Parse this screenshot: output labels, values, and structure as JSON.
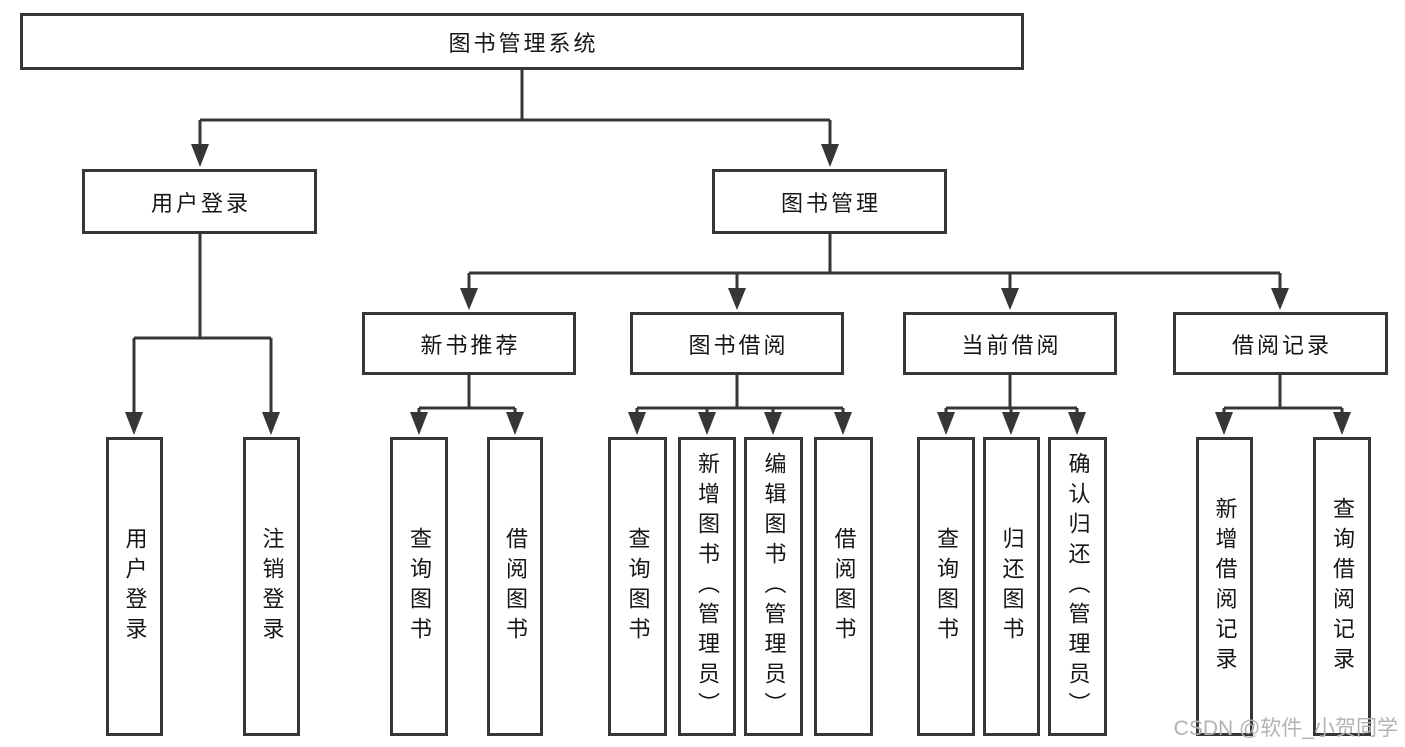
{
  "diagram": {
    "root": {
      "label": "图书管理系统"
    },
    "branches": [
      {
        "label": "用户登录",
        "children": [
          {
            "label": "用户登录"
          },
          {
            "label": "注销登录"
          }
        ]
      },
      {
        "label": "图书管理",
        "children": [
          {
            "label": "新书推荐",
            "children": [
              {
                "label": "查询图书"
              },
              {
                "label": "借阅图书"
              }
            ]
          },
          {
            "label": "图书借阅",
            "children": [
              {
                "label": "查询图书"
              },
              {
                "label": "新增图书（管理员）"
              },
              {
                "label": "编辑图书（管理员）"
              },
              {
                "label": "借阅图书"
              }
            ]
          },
          {
            "label": "当前借阅",
            "children": [
              {
                "label": "查询图书"
              },
              {
                "label": "归还图书"
              },
              {
                "label": "确认归还（管理员）"
              }
            ]
          },
          {
            "label": "借阅记录",
            "children": [
              {
                "label": "新增借阅记录"
              },
              {
                "label": "查询借阅记录"
              }
            ]
          }
        ]
      }
    ]
  },
  "watermark": {
    "text": "CSDN @软件_小贺同学"
  },
  "colors": {
    "line": "#363636",
    "box_border": "#363636",
    "text": "#161616",
    "background": "#ffffff",
    "watermark": "#b3b3b3"
  }
}
